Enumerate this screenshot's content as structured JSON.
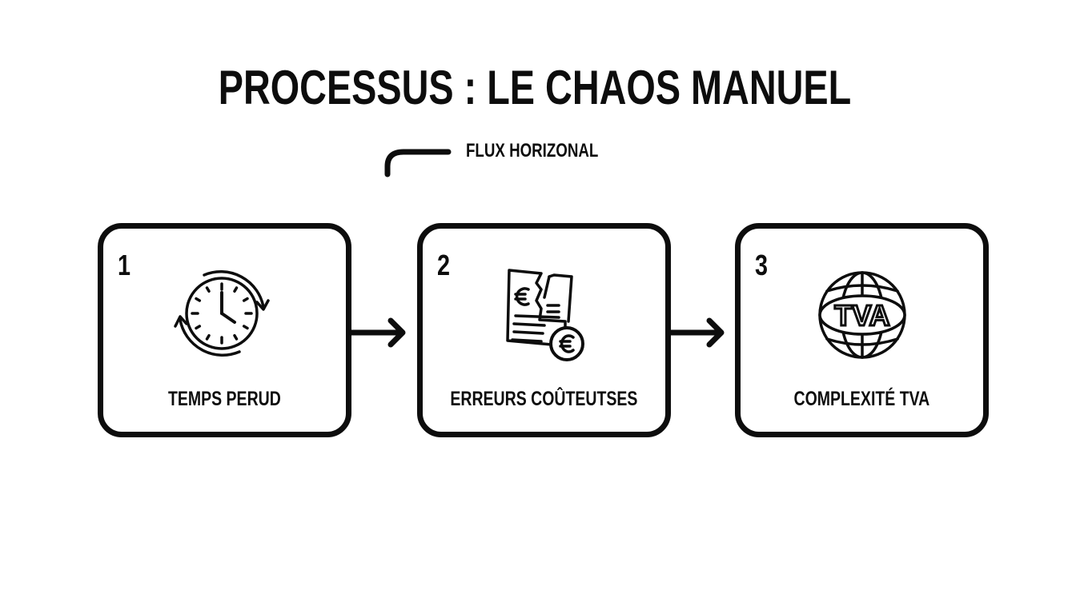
{
  "title": "PROCESSUS : LE CHAOS MANUEL",
  "flow_annotation": {
    "label": "FLUX HORIZONAL",
    "icon": "curved-line-icon"
  },
  "steps": [
    {
      "number": "1",
      "label": "TEMPS PERUD",
      "icon": "clock-cycle-icon"
    },
    {
      "number": "2",
      "label": "ERREURS COÛTEUTSES",
      "icon": "torn-invoice-euro-icon"
    },
    {
      "number": "3",
      "label": "COMPLEXITÉ TVA",
      "icon": "globe-tva-icon"
    }
  ],
  "connectors": [
    {
      "from": "1",
      "to": "2",
      "icon": "arrow-right-icon"
    },
    {
      "from": "2",
      "to": "3",
      "icon": "arrow-right-icon"
    }
  ],
  "colors": {
    "stroke": "#0d0d0d",
    "background": "#ffffff"
  }
}
